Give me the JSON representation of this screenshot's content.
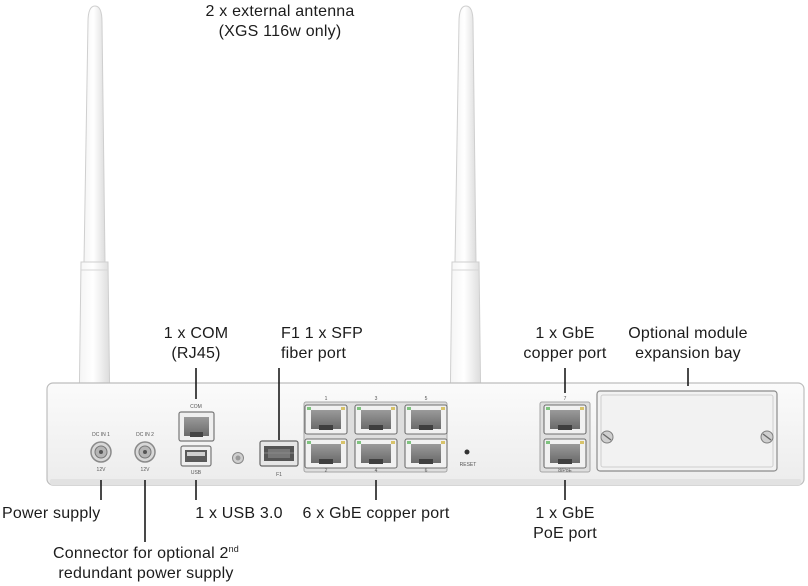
{
  "labels": {
    "antenna": {
      "line1": "2 x external antenna",
      "line2": "(XGS 116w only)"
    },
    "com": {
      "line1": "1 x COM",
      "line2": "(RJ45)"
    },
    "sfp": {
      "line1": "F1 1 x SFP",
      "line2": "fiber port"
    },
    "gbe_copper": {
      "line1": "1 x GbE",
      "line2": "copper port"
    },
    "module_bay": {
      "line1": "Optional module",
      "line2": "expansion bay"
    },
    "power_supply": "Power supply",
    "usb": "1 x USB 3.0",
    "gbe_6": "6 x GbE copper port",
    "poe": {
      "line1": "1 x GbE",
      "line2": "PoE port"
    },
    "redundant": {
      "line1": "Connector for optional 2",
      "sup": "nd",
      "line2": "redundant power supply"
    }
  },
  "device_marks": {
    "dcin1": "DC IN 1",
    "dcin2": "DC IN 2",
    "v12a": "12V",
    "v12b": "12V",
    "com": "COM",
    "usb": "USB",
    "f1": "F1",
    "p1": "1",
    "p2": "2",
    "p3": "3",
    "p4": "4",
    "p5": "5",
    "p6": "6",
    "p7": "7",
    "p8": "8/PoE",
    "reset": "RESET"
  }
}
